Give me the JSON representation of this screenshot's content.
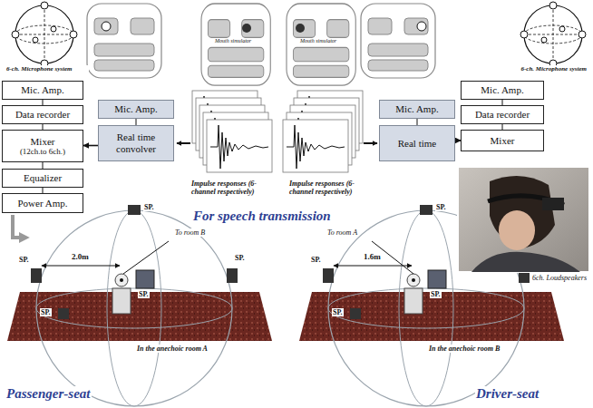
{
  "diagram": {
    "nodes": [
      {
        "text": [
          "Mic. Amp."
        ]
      },
      {
        "text": [
          "Data recorder"
        ]
      },
      {
        "text": [
          "Mixer",
          "(12ch.to 6ch.)"
        ]
      },
      {
        "text": [
          "Equalizer"
        ]
      },
      {
        "text": [
          "Power Amp."
        ]
      },
      {
        "text": [
          "Mic. Amp."
        ]
      },
      {
        "text": [
          "Real time convolver"
        ]
      },
      {
        "text": [
          "Mic. Amp."
        ]
      },
      {
        "text": [
          "Real time"
        ]
      },
      {
        "text": [
          "Mic. Amp."
        ]
      },
      {
        "text": [
          "Data recorder"
        ]
      },
      {
        "text": [
          "Mixer"
        ]
      }
    ],
    "edges": [
      {
        "from": 0,
        "to": 1,
        "arrow": "none"
      },
      {
        "from": 1,
        "to": 2,
        "arrow": "none"
      },
      {
        "from": 2,
        "to": 3,
        "arrow": "none"
      },
      {
        "from": 3,
        "to": 4,
        "arrow": "none"
      },
      {
        "from": 5,
        "to": 6,
        "arrow": "none"
      },
      {
        "from": 6,
        "to": 2,
        "arrow": "to"
      },
      {
        "from": 7,
        "to": 8,
        "arrow": "none"
      },
      {
        "from": 8,
        "to": 11,
        "arrow": "to"
      },
      {
        "from": 9,
        "to": 10,
        "arrow": "none"
      },
      {
        "from": 10,
        "to": 11,
        "arrow": "none"
      }
    ],
    "labels": [
      "6-ch. Microphone system",
      "Mouth simulator",
      "Mouth simulator",
      "Impulse responses (6-channel respectively)",
      "Impulse responses (6-channel respectively)",
      "6-ch. Microphone system",
      "For speech transmission",
      "SP.",
      "SP.",
      "SP.",
      "SP.",
      "SP.",
      "2.0m",
      "To room B",
      "In the anechoic room A",
      "Passenger-seat",
      "SP.",
      "SP.",
      "SP.",
      "SP.",
      "1.6m",
      "To room A",
      "In the anechoic room B",
      "6ch. Loudspeakers",
      "Driver-seat"
    ]
  }
}
